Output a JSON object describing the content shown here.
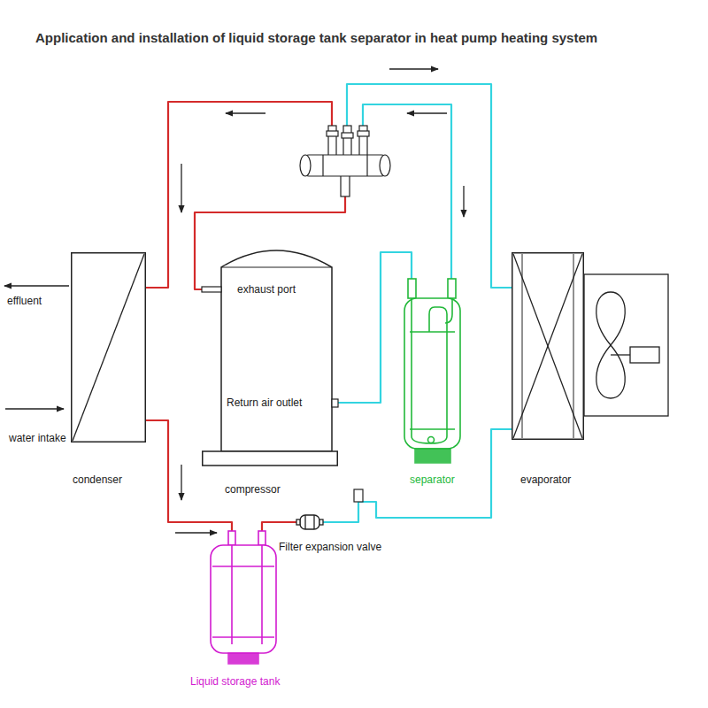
{
  "diagram": {
    "title": "Application and installation of liquid storage tank separator in heat pump heating system",
    "nodes": [
      {
        "text": [
          "condenser"
        ]
      },
      {
        "text": [
          "exhaust port",
          "Return air outlet",
          "compressor"
        ]
      },
      {
        "text": [
          "separator"
        ]
      },
      {
        "text": [
          "evaporator"
        ]
      },
      {
        "text": [
          "Filter expansion valve"
        ]
      },
      {
        "text": [
          "Liquid storage tank"
        ]
      }
    ],
    "edges": [
      {
        "from": 1,
        "to": 0,
        "arrow": "none"
      },
      {
        "from": 0,
        "to": 5,
        "arrow": "none"
      },
      {
        "from": 5,
        "to": 4,
        "arrow": "none"
      },
      {
        "from": 4,
        "to": 3,
        "arrow": "none"
      },
      {
        "from": 3,
        "to": 2,
        "arrow": "none"
      },
      {
        "from": 2,
        "to": 1,
        "arrow": "none"
      }
    ],
    "labels": [
      "effluent",
      "water intake"
    ]
  }
}
